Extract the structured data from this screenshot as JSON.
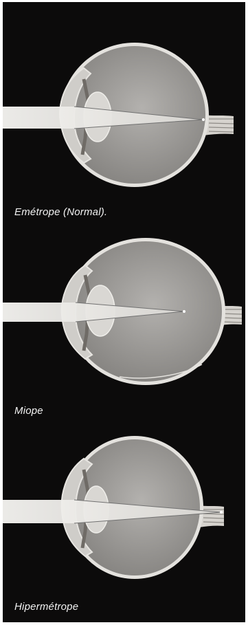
{
  "figure": {
    "panels": [
      {
        "id": "emetrope",
        "caption": "Emétrope (Normal).",
        "focus_position": "on retina"
      },
      {
        "id": "miope",
        "caption": "Miope",
        "focus_position": "in front of retina"
      },
      {
        "id": "hipermetrope",
        "caption": "Hipermétrope",
        "focus_position": "behind retina"
      }
    ],
    "colors": {
      "background": "#0c0b0b",
      "eye_fill": "#9c9a98",
      "sclera_edge": "#e4e2de",
      "lens": "#d9d7d3",
      "light_beam": "#f4f3f0",
      "optic_nerve": "#d6d3ce",
      "caption_text": "#f2f2f2"
    }
  }
}
